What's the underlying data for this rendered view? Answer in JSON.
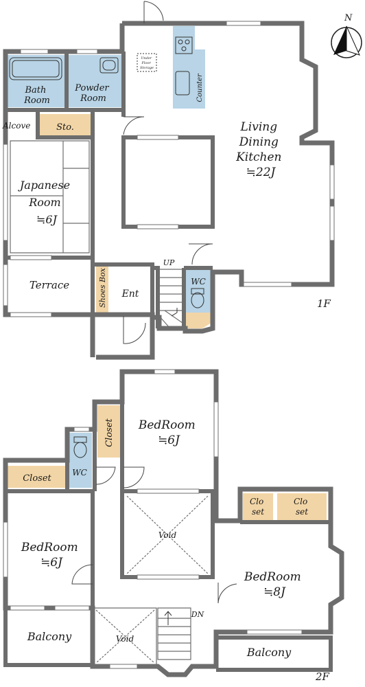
{
  "compass": {
    "letter": "N"
  },
  "floor1": {
    "label": "1F",
    "rooms": {
      "bath": [
        "Bath",
        "Room"
      ],
      "powder": [
        "Powder",
        "Room"
      ],
      "alcove": "Alcove",
      "storage": "Sto.",
      "japanese": [
        "Japanese",
        "Room",
        "≒6J"
      ],
      "terrace": "Terrace",
      "shoes_box": "Shoes Box",
      "entrance": "Ent",
      "up": "UP",
      "wc": "WC",
      "counter": "Counter",
      "underfloor": [
        "Under",
        "Floor",
        "Storage"
      ],
      "ldk": [
        "Living",
        "Dining",
        "Kitchen",
        "≒22J"
      ]
    }
  },
  "floor2": {
    "label": "2F",
    "rooms": {
      "bedroom_ne": [
        "BedRoom",
        "≒6J"
      ],
      "closet_v": "Closet",
      "wc": "WC",
      "closet_h": "Closet",
      "bedroom_w": [
        "BedRoom",
        "≒6J"
      ],
      "void_center": "Void",
      "closet_a": [
        "Clo",
        "set"
      ],
      "closet_b": [
        "Clo",
        "set"
      ],
      "bedroom_e": [
        "BedRoom",
        "≒8J"
      ],
      "dn": "DN",
      "balcony_w": "Balcony",
      "void_small": "Void",
      "balcony_e": "Balcony"
    }
  }
}
